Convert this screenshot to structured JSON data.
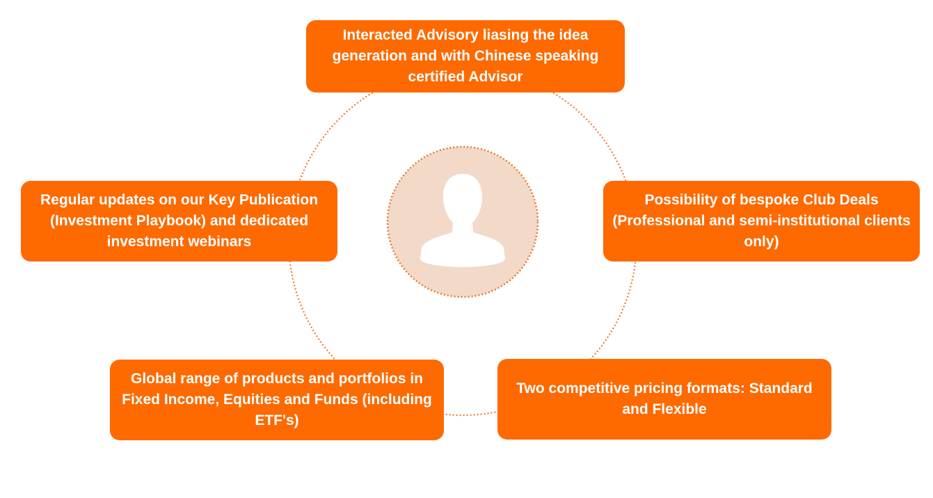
{
  "colors": {
    "accent": "#fe6900",
    "avatar_fill": "#f2d9c8",
    "avatar_border": "#e8762a",
    "ring": "#e87a35",
    "silhouette": "#ffffff"
  },
  "center": {
    "icon": "person-silhouette-icon"
  },
  "boxes": {
    "top": "Interacted Advisory liasing the idea generation and with Chinese speaking certified Advisor",
    "left": "Regular updates on our Key Publication (Investment Playbook) and dedicated investment webinars",
    "right": "Possibility of bespoke Club Deals (Professional and semi-institutional clients only)",
    "bottom_left": "Global range of products and portfolios in Fixed Income, Equities and Funds (including ETF's)",
    "bottom_right": "Two competitive pricing formats: Standard and Flexible"
  }
}
